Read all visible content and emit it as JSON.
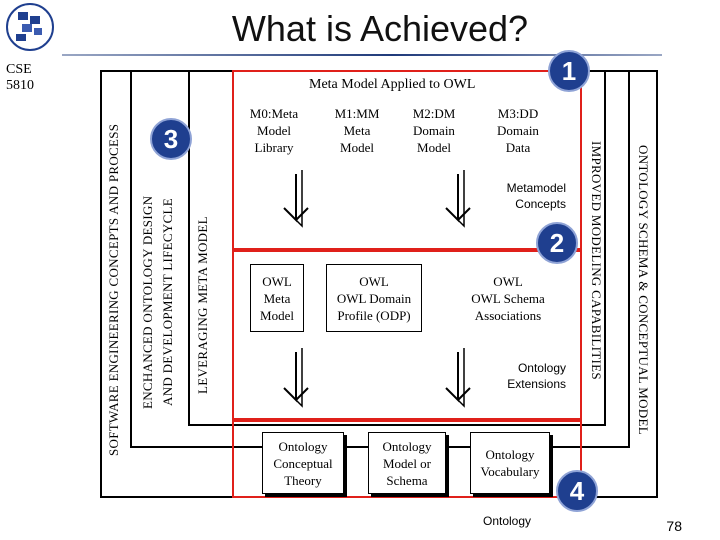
{
  "header": {
    "course": "CSE\n5810",
    "title": "What is Achieved?",
    "logo_icon": "university-logo-icon"
  },
  "frames": {
    "outer_left": "SOFTWARE ENGINEERING CONCEPTS AND PROCESS",
    "enhanced": "ENCHANCED ONTOLOGY DESIGN\nAND DEVELOPMENT LIFECYCLE",
    "leveraging": "LEVERAGING META MODEL",
    "improved": "IMPROVED MODELING CAPABILITIES",
    "ontology_schema": "ONTOLOGY SCHEMA & CONCEPTUAL MODEL"
  },
  "diagram": {
    "top_label": "Meta Model Applied to OWL",
    "row1": [
      "M0:Meta\nModel\nLibrary",
      "M1:MM\nMeta\nModel",
      "M2:DM\nDomain\nModel",
      "M3:DD\nDomain\nData"
    ],
    "metamodel_note": "Metamodel\nConcepts",
    "row2": [
      "OWL\nMeta\nModel",
      "OWL\nOWL Domain\nProfile (ODP)",
      "OWL\nOWL Schema\nAssociations"
    ],
    "extensions_note": "Ontology\nExtensions",
    "row3": [
      "Ontology\nConceptual\nTheory",
      "Ontology\nModel or\nSchema",
      "Ontology\nVocabulary"
    ],
    "bottom_label": "Ontology"
  },
  "badges": [
    "1",
    "2",
    "3",
    "4"
  ],
  "page_number": "78",
  "colors": {
    "accent_red": "#e0201a",
    "badge_blue": "#1f3f8f"
  }
}
